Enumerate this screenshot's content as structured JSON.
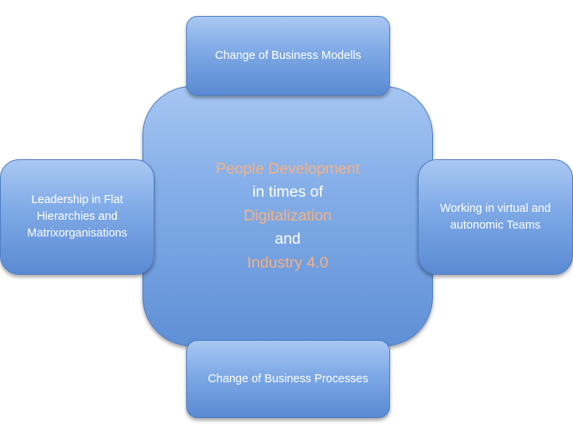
{
  "center": {
    "line1": "People Development",
    "line2": "in times of",
    "line3": "Digitalization",
    "line4": "and",
    "line5": "Industry 4.0"
  },
  "top_box": {
    "label": "Change of Business Modells"
  },
  "bottom_box": {
    "label": "Change of Business Processes"
  },
  "left_box": {
    "label": "Leadership in Flat\nHierarchies and\nMatrixorganisations"
  },
  "right_box": {
    "label": "Working in virtual and\nautonomic Teams"
  },
  "colors": {
    "accent_text": "#f4b183",
    "box_fill": "#7ea9e6",
    "box_border": "#4d7cc4",
    "text": "#ffffff"
  }
}
